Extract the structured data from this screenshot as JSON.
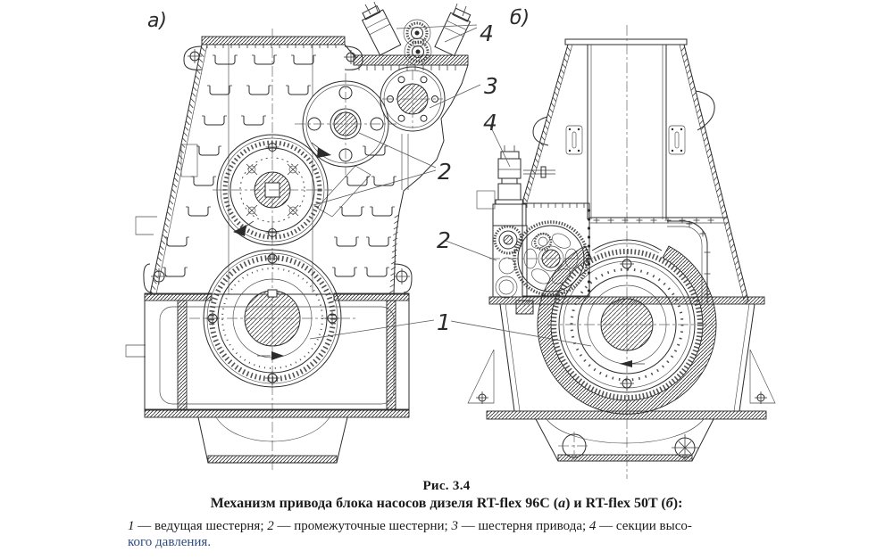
{
  "page": {
    "background": "#ffffff",
    "line_color": "#2b2b2b",
    "caption_color": "#1b1b1b",
    "legend_tail_color": "#2d4c80"
  },
  "views": [
    {
      "label": "а)"
    },
    {
      "label": "б)"
    }
  ],
  "callouts": {
    "left_hp_sections": "4",
    "left_drive_gear": "3",
    "left_intermediate": "2",
    "right_hp_section": "4",
    "right_intermediate": "2",
    "main_gear": "1"
  },
  "caption": {
    "number": "Рис. 3.4",
    "title": [
      {
        "t": "Механизм привода блока насосов дизеля RT-flex 96C ("
      },
      {
        "t": "а"
      },
      {
        "t": ") и RT-flex 50T ("
      },
      {
        "t": "б"
      },
      {
        "t": "):"
      }
    ],
    "legend": [
      {
        "num": "1",
        "text": " — ведущая шестерня; "
      },
      {
        "num": "2",
        "text": " — промежуточные шестерни; "
      },
      {
        "num": "3",
        "text": " — шестерня привода; "
      },
      {
        "num": "4",
        "text": " — секции высо-"
      }
    ],
    "legend_tail": "кого давления."
  }
}
